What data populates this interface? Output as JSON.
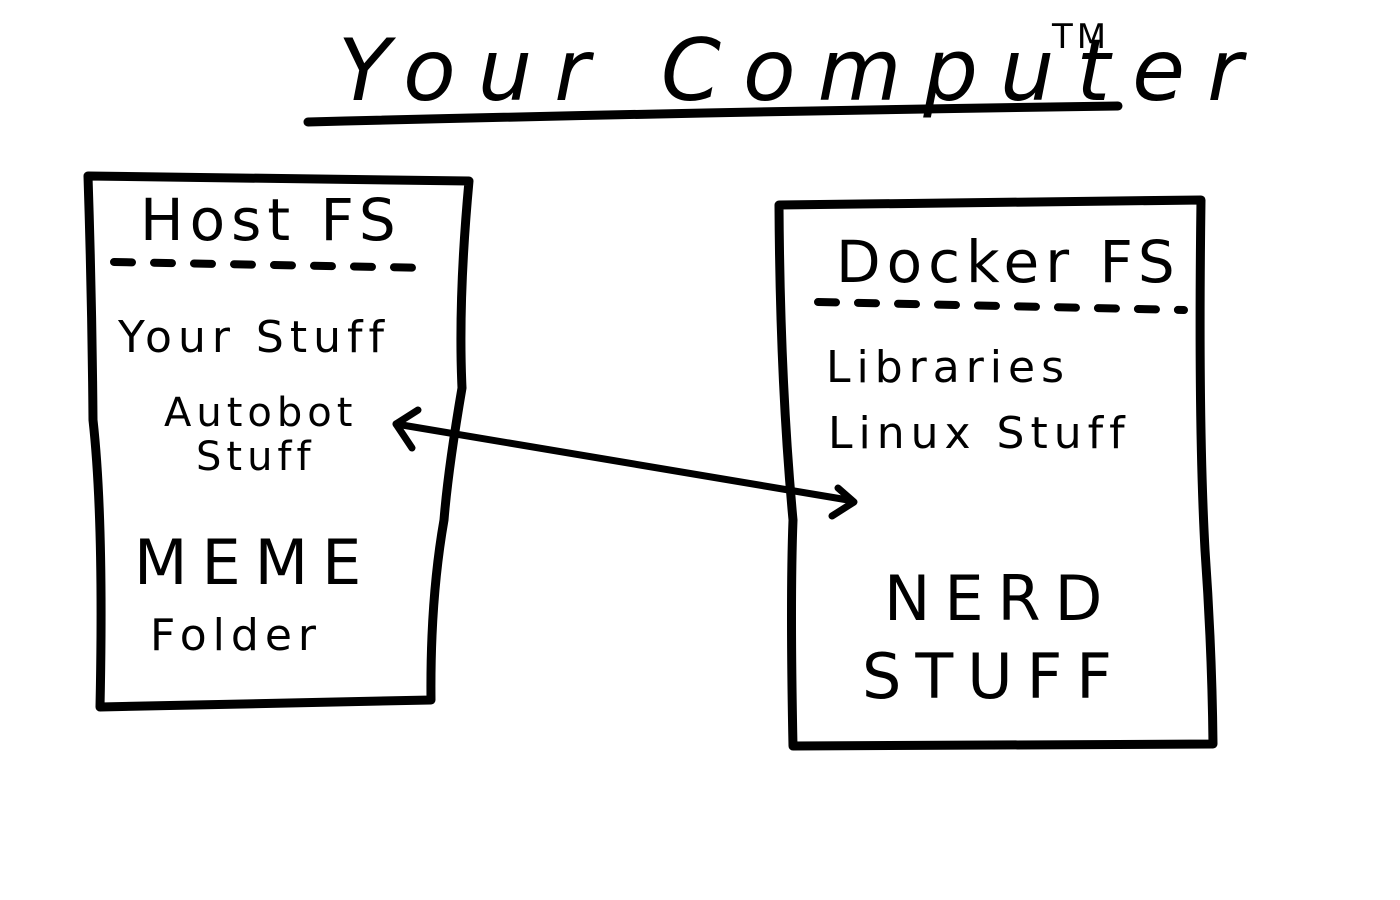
{
  "title": {
    "text": "Your Computer",
    "trademark": "TM"
  },
  "host_fs": {
    "title": "Host FS",
    "items": [
      "Your Stuff",
      "Autobot",
      "Stuff"
    ],
    "big": [
      "MEME",
      "Folder"
    ]
  },
  "docker_fs": {
    "title": "Docker FS",
    "items": [
      "Libraries",
      "Linux Stuff"
    ],
    "big": [
      "NERD",
      "STUFF"
    ]
  },
  "colors": {
    "ink": "#000000",
    "background": "#ffffff"
  }
}
